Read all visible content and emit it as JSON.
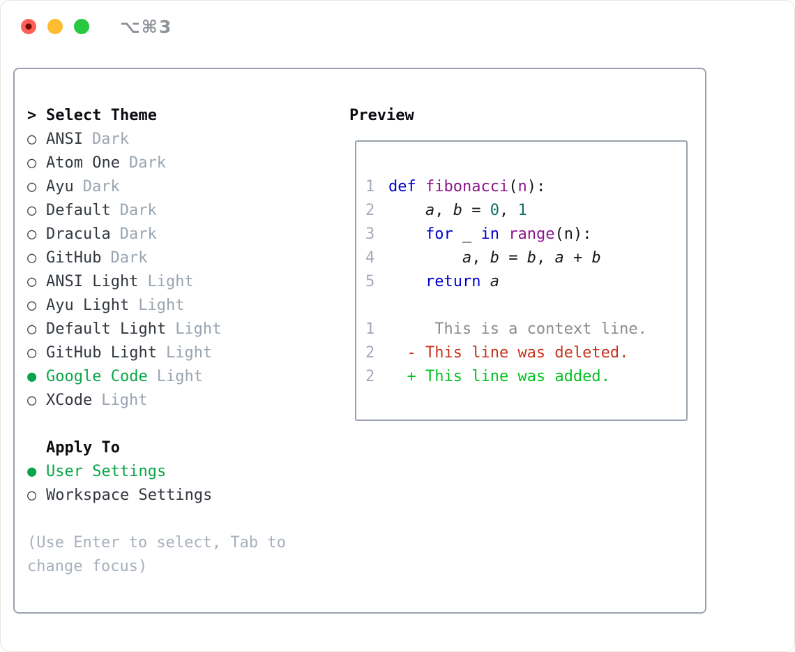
{
  "titlebar": {
    "title": "⌥⌘3",
    "buttons": [
      "close",
      "minimize",
      "zoom"
    ]
  },
  "theme_list": {
    "cursor": ">",
    "title": "Select Theme",
    "unselected_symbol": "○",
    "selected_symbol": "●",
    "items": [
      {
        "name": "ANSI",
        "variant": "Dark",
        "selected": false
      },
      {
        "name": "Atom One",
        "variant": "Dark",
        "selected": false
      },
      {
        "name": "Ayu",
        "variant": "Dark",
        "selected": false
      },
      {
        "name": "Default",
        "variant": "Dark",
        "selected": false
      },
      {
        "name": "Dracula",
        "variant": "Dark",
        "selected": false
      },
      {
        "name": "GitHub",
        "variant": "Dark",
        "selected": false
      },
      {
        "name": "ANSI Light",
        "variant": "Light",
        "selected": false
      },
      {
        "name": "Ayu Light",
        "variant": "Light",
        "selected": false
      },
      {
        "name": "Default Light",
        "variant": "Light",
        "selected": false
      },
      {
        "name": "GitHub Light",
        "variant": "Light",
        "selected": false
      },
      {
        "name": "Google Code",
        "variant": "Light",
        "selected": true
      },
      {
        "name": "XCode",
        "variant": "Light",
        "selected": false
      }
    ]
  },
  "apply_to": {
    "title": "Apply To",
    "options": [
      {
        "label": "User Settings",
        "selected": true
      },
      {
        "label": "Workspace Settings",
        "selected": false
      }
    ]
  },
  "help": {
    "line1": "(Use Enter to select, Tab to",
    "line2": "change focus)"
  },
  "preview": {
    "title": "Preview",
    "lines": [
      {
        "num": "1",
        "tokens": [
          {
            "t": "def",
            "s": "kw"
          },
          {
            "t": " ",
            "s": "p"
          },
          {
            "t": "fibonacci",
            "s": "fn"
          },
          {
            "t": "(",
            "s": "p"
          },
          {
            "t": "n",
            "s": "fn"
          },
          {
            "t": "):",
            "s": "p"
          }
        ]
      },
      {
        "num": "2",
        "tokens": [
          {
            "t": "    ",
            "s": "p"
          },
          {
            "t": "a",
            "s": "v"
          },
          {
            "t": ", ",
            "s": "p"
          },
          {
            "t": "b",
            "s": "v"
          },
          {
            "t": " = ",
            "s": "p"
          },
          {
            "t": "0",
            "s": "n"
          },
          {
            "t": ", ",
            "s": "p"
          },
          {
            "t": "1",
            "s": "n"
          }
        ]
      },
      {
        "num": "3",
        "tokens": [
          {
            "t": "    ",
            "s": "p"
          },
          {
            "t": "for",
            "s": "kw"
          },
          {
            "t": " _ ",
            "s": "p"
          },
          {
            "t": "in",
            "s": "kw"
          },
          {
            "t": " ",
            "s": "p"
          },
          {
            "t": "range",
            "s": "fn"
          },
          {
            "t": "(n):",
            "s": "p"
          }
        ]
      },
      {
        "num": "4",
        "tokens": [
          {
            "t": "        ",
            "s": "p"
          },
          {
            "t": "a",
            "s": "v"
          },
          {
            "t": ", ",
            "s": "p"
          },
          {
            "t": "b",
            "s": "v"
          },
          {
            "t": " = ",
            "s": "p"
          },
          {
            "t": "b",
            "s": "v"
          },
          {
            "t": ", ",
            "s": "p"
          },
          {
            "t": "a",
            "s": "v"
          },
          {
            "t": " + ",
            "s": "p"
          },
          {
            "t": "b",
            "s": "v"
          }
        ]
      },
      {
        "num": "5",
        "tokens": [
          {
            "t": "    ",
            "s": "p"
          },
          {
            "t": "return",
            "s": "kw"
          },
          {
            "t": " ",
            "s": "p"
          },
          {
            "t": "a",
            "s": "v"
          }
        ]
      },
      {
        "num": "",
        "tokens": []
      },
      {
        "num": "1",
        "tokens": [
          {
            "t": "     This is a context line.",
            "s": "ctx"
          }
        ]
      },
      {
        "num": "2",
        "tokens": [
          {
            "t": "  - This line was deleted.",
            "s": "del"
          }
        ]
      },
      {
        "num": "2",
        "tokens": [
          {
            "t": "  + This line was added.",
            "s": "add"
          }
        ]
      }
    ]
  },
  "colors": {
    "selected_green": "#0aa548",
    "added_green": "#00c21e",
    "deleted_red": "#c5331d",
    "keyword_blue": "#0000cd",
    "function_purple": "#8a148a",
    "number_teal": "#0a6e64",
    "context_gray": "#8b8b8b",
    "muted_gray": "#9aa5b1",
    "border_gray": "#9aa3ad",
    "traffic_red": "#ff5f57",
    "traffic_yellow": "#febc2e",
    "traffic_green": "#28c840"
  }
}
